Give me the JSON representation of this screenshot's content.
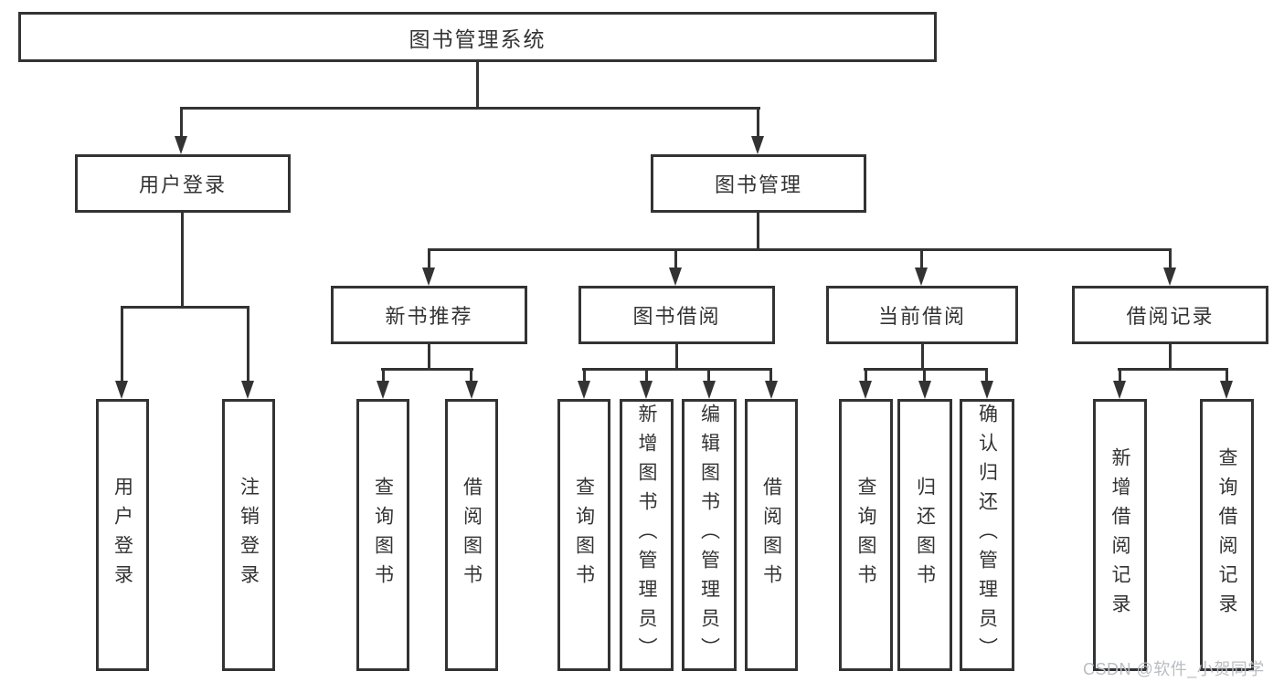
{
  "tree": {
    "root": {
      "label": "图书管理系统"
    },
    "branches": [
      {
        "label": "用户登录",
        "children": [
          {
            "label": "用户登录"
          },
          {
            "label": "注销登录"
          }
        ]
      },
      {
        "label": "图书管理",
        "children": [
          {
            "label": "新书推荐",
            "children": [
              {
                "label": "查询图书"
              },
              {
                "label": "借阅图书"
              }
            ]
          },
          {
            "label": "图书借阅",
            "children": [
              {
                "label": "查询图书"
              },
              {
                "label": "新增图书（管理员）"
              },
              {
                "label": "编辑图书（管理员）"
              },
              {
                "label": "借阅图书"
              }
            ]
          },
          {
            "label": "当前借阅",
            "children": [
              {
                "label": "查询图书"
              },
              {
                "label": "归还图书"
              },
              {
                "label": "确认归还（管理员）"
              }
            ]
          },
          {
            "label": "借阅记录",
            "children": [
              {
                "label": "新增借阅记录"
              },
              {
                "label": "查询借阅记录"
              }
            ]
          }
        ]
      }
    ]
  },
  "watermark": {
    "text": "CSDN @软件_小贺同学",
    "color": "#b9bdc2"
  },
  "colors": {
    "line": "#333333",
    "text": "#333333",
    "background": "#ffffff"
  }
}
